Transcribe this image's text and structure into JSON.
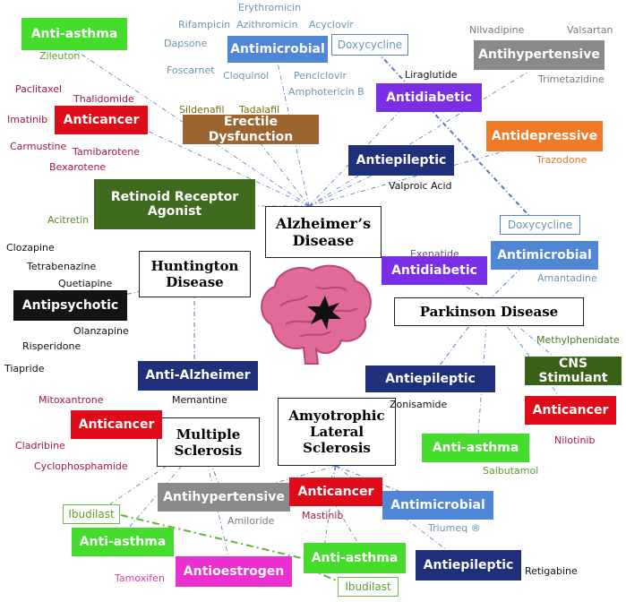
{
  "diseases": {
    "alzheimers": "Alzheimer’s\nDisease",
    "huntington": "Huntington\nDisease",
    "parkinson": "Parkinson Disease",
    "ms": "Multiple\nSclerosis",
    "als": "Amyotrophic\nLateral\nSclerosis"
  },
  "classes": {
    "anti_asthma_ad": "Anti-asthma",
    "antimicrobial_ad": "Antimicrobial",
    "antihypertensive_ad": "Antihypertensive",
    "anticancer_ad": "Anticancer",
    "erectile_dysfunction": "Erectile Dysfunction",
    "antidiabetic_ad": "Antidiabetic",
    "antidepressive": "Antidepressive",
    "antiepileptic_ad": "Antiepileptic",
    "retinoid_receptor_agonist": "Retinoid Receptor\nAgonist",
    "antimicrobial_pd": "Antimicrobial",
    "antidiabetic_pd": "Antidiabetic",
    "antipsychotic": "Antipsychotic",
    "anti_alzheimer": "Anti-Alzheimer",
    "antiepileptic_pd": "Antiepileptic",
    "cns_stimulant": "CNS Stimulant",
    "anticancer_pd": "Anticancer",
    "anticancer_ms": "Anticancer",
    "anti_asthma_pd": "Anti-asthma",
    "antihypertensive_ms": "Antihypertensive",
    "anticancer_als": "Anticancer",
    "antimicrobial_als": "Antimicrobial",
    "anti_asthma_ms": "Anti-asthma",
    "antioestrogen": "Antioestrogen",
    "anti_asthma_als": "Anti-asthma",
    "antiepileptic_als": "Antiepileptic"
  },
  "outlined": {
    "doxycycline_ad": "Doxycycline",
    "doxycycline_pd": "Doxycycline",
    "ibudilast_ms": "Ibudilast",
    "ibudilast_als": "Ibudilast"
  },
  "drugs": {
    "erythromicin": "Erythromicin",
    "rifampicin": "Rifampicin",
    "azithromicin": "Azithromicin",
    "acyclovir": "Acyclovir",
    "dapsone": "Dapsone",
    "foscarnet": "Foscarnet",
    "cloquinol": "Cloquinol",
    "penciclovir": "Penciclovir",
    "amphotericin_b": "Amphotericin B",
    "nilvadipine": "Nilvadipine",
    "valsartan": "Valsartan",
    "trimetazidine": "Trimetazidine",
    "liraglutide": "Liraglutide",
    "zileuton": "Zileuton",
    "paclitaxel": "Paclitaxel",
    "thalidomide": "Thalidomide",
    "imatinib": "Imatinib",
    "carmustine": "Carmustine",
    "tamibarotene": "Tamibarotene",
    "bexarotene": "Bexarotene",
    "sildenafil": "Sildenafil",
    "tadalafil": "Tadalafil",
    "trazodone": "Trazodone",
    "valproic_acid": "Valproic Acid",
    "acitretin": "Acitretin",
    "clozapine": "Clozapine",
    "tetrabenazine": "Tetrabenazine",
    "quetiapine": "Quetiapine",
    "olanzapine": "Olanzapine",
    "risperidone": "Risperidone",
    "tiapride": "Tiapride",
    "exenatide": "Exenatide",
    "amantadine": "Amantadine",
    "methylphenidate": "Methylphenidate",
    "memantine": "Memantine",
    "zonisamide": "Zonisamide",
    "nilotinib": "Nilotinib",
    "mitoxantrone": "Mitoxantrone",
    "cladribine": "Cladribine",
    "cyclophosphamide": "Cyclophosphamide",
    "salbutamol": "Salbutamol",
    "amiloride": "Amiloride",
    "mastinib": "Mastinib",
    "triumeq": "Triumeq ®",
    "tamoxifen": "Tamoxifen",
    "retigabine": "Retigabine"
  },
  "colors": {
    "anti_asthma": "#44dd2b",
    "antimicrobial": "#4f86d6",
    "antihypertensive": "#8a8a8a",
    "anticancer": "#e00b19",
    "erectile_dysfunction": "#9b6530",
    "antidiabetic": "#7a2ee6",
    "antidepressive": "#f07a26",
    "antiepileptic": "#1f2f7a",
    "retinoid": "#3f6b1f",
    "antipsychotic": "#141414",
    "anti_alzheimer": "#1f2f7a",
    "cns_stimulant": "#3b6118",
    "antioestrogen": "#ec2fd0",
    "brain": "#e06a9a",
    "connector": "#4a78c8",
    "connector_green": "#5ab832",
    "drug_red": "#a31a3a",
    "drug_blue": "#6a97b4",
    "drug_olive": "#7c6a1b",
    "drug_green": "#5aa02c",
    "drug_black": "#111111",
    "drug_orange": "#e07828",
    "drug_grey": "#7a7a7a",
    "drug_magenta": "#d63fa4"
  }
}
